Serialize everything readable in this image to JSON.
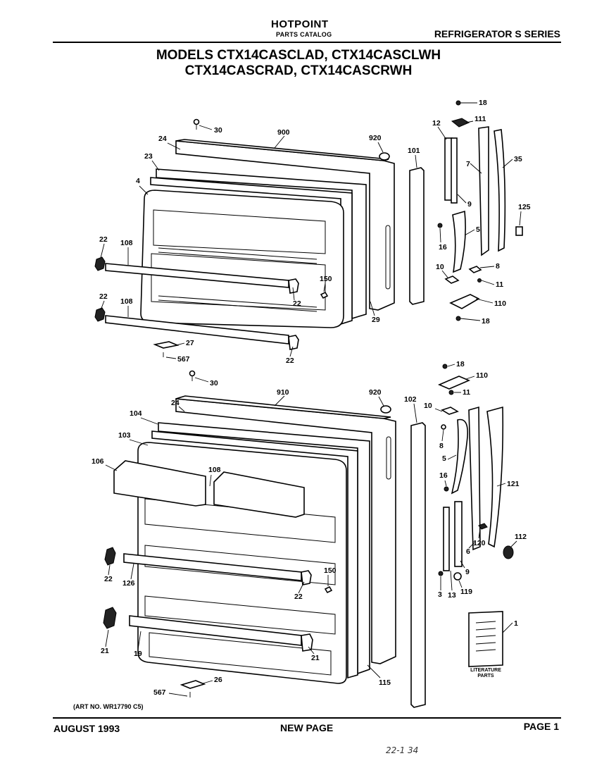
{
  "header": {
    "brand": "HOTPOINT",
    "catalog": "PARTS CATALOG",
    "series": "REFRIGERATOR  S  SERIES",
    "models_line1": "MODELS CTX14CASCLAD, CTX14CASCLWH",
    "models_line2": "CTX14CASCRAD, CTX14CASCRWH"
  },
  "freezer_door_callouts": [
    "30",
    "900",
    "24",
    "920",
    "23",
    "4",
    "101",
    "22",
    "108",
    "150",
    "22",
    "108",
    "22",
    "27",
    "567",
    "22",
    "29",
    "12",
    "111",
    "18",
    "7",
    "35",
    "9",
    "125",
    "5",
    "16",
    "10",
    "8",
    "11",
    "110",
    "18"
  ],
  "fresh_food_door_callouts": [
    "30",
    "910",
    "24",
    "920",
    "102",
    "104",
    "103",
    "106",
    "108",
    "22",
    "126",
    "150",
    "22",
    "21",
    "19",
    "21",
    "26",
    "567",
    "115",
    "18",
    "110",
    "11",
    "10",
    "8",
    "5",
    "16",
    "121",
    "120",
    "112",
    "6",
    "9",
    "3",
    "13",
    "119",
    "1"
  ],
  "literature_label": "LITERATURE PARTS",
  "art_number": "(ART NO. WR17790 C5)",
  "footer": {
    "date": "AUGUST 1993",
    "note": "NEW PAGE",
    "page": "PAGE 1"
  },
  "handwritten": "22-1 34"
}
